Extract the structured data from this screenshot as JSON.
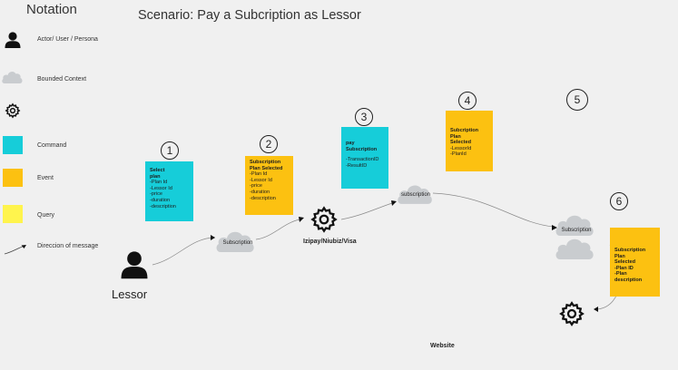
{
  "notation": {
    "title": "Notation",
    "actor_label": "Actor/ User / Persona",
    "context_label": "Bounded Context",
    "command_label": "Command",
    "event_label": "Event",
    "query_label": "Query",
    "message_label": "Direccion of message"
  },
  "scenario_title": "Scenario: Pay a Subcription as Lessor",
  "steps": [
    "1",
    "2",
    "3",
    "4",
    "5",
    "6"
  ],
  "actor": {
    "label": "Lessor"
  },
  "stickies": {
    "select_plan": {
      "title": "Select\nplan",
      "lines": [
        "-Plan Id",
        "-Lessor Id",
        "-price",
        "-duration",
        "-description"
      ]
    },
    "plan_selected_1": {
      "title": "Subscription\nPlan Selected",
      "lines": [
        "-Plan Id",
        "-Lessor Id",
        "-price",
        "-duration",
        "-description"
      ]
    },
    "pay_subscription": {
      "title": "pay Subscription",
      "lines": [
        "-TransactionID",
        "-ResultID"
      ]
    },
    "plan_selected_4": {
      "title": "Subcription Plan\nSelected",
      "lines": [
        "-LessorId",
        "-PlanId"
      ]
    },
    "plan_selected_6": {
      "title": "Subscription Plan\nSelected\n-Plan ID\n-Plan description",
      "lines": []
    }
  },
  "clouds": {
    "subscription_1": "Subscription",
    "subscription_2": "subscription",
    "subscription_3": "Subscription"
  },
  "gateway_label": "Izipay/Niubiz/Visa",
  "website_label": "Website",
  "colors": {
    "command": "#16cdd9",
    "event": "#fcc111",
    "query": "#fff44d",
    "cloud": "#c9cccf"
  }
}
